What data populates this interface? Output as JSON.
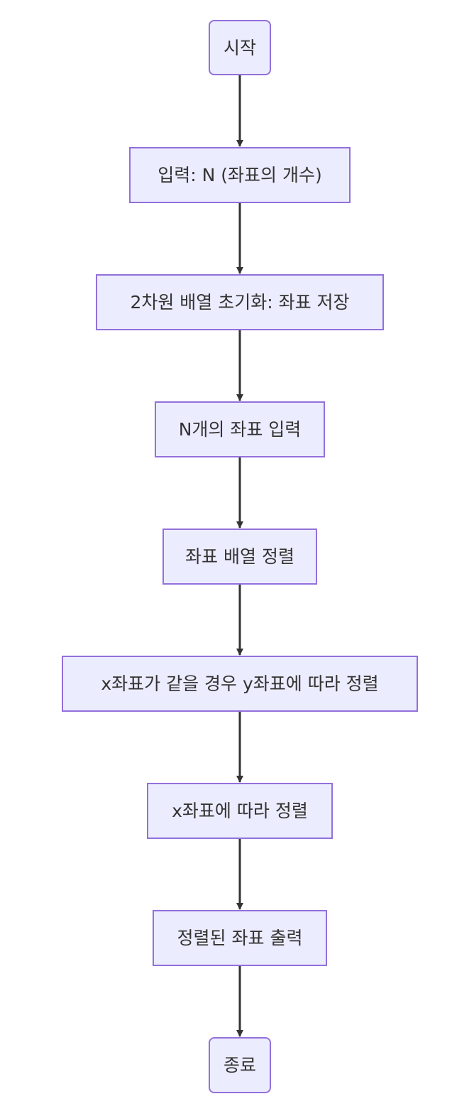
{
  "flowchart": {
    "nodes": [
      {
        "id": "start",
        "label": "시작",
        "shape": "rounded"
      },
      {
        "id": "input_n",
        "label": "입력: N (좌표의 개수)",
        "shape": "rect"
      },
      {
        "id": "init_array",
        "label": "2차원 배열 초기화: 좌표 저장",
        "shape": "rect"
      },
      {
        "id": "input_coords",
        "label": "N개의 좌표 입력",
        "shape": "rect"
      },
      {
        "id": "sort_array",
        "label": "좌표 배열 정렬",
        "shape": "rect"
      },
      {
        "id": "sort_by_y",
        "label": "x좌표가 같을 경우 y좌표에 따라 정렬",
        "shape": "rect"
      },
      {
        "id": "sort_by_x",
        "label": "x좌표에 따라 정렬",
        "shape": "rect"
      },
      {
        "id": "output",
        "label": "정렬된 좌표 출력",
        "shape": "rect"
      },
      {
        "id": "end",
        "label": "종료",
        "shape": "rounded"
      }
    ],
    "edges": [
      {
        "from": "start",
        "to": "input_n"
      },
      {
        "from": "input_n",
        "to": "init_array"
      },
      {
        "from": "init_array",
        "to": "input_coords"
      },
      {
        "from": "input_coords",
        "to": "sort_array"
      },
      {
        "from": "sort_array",
        "to": "sort_by_y"
      },
      {
        "from": "sort_by_y",
        "to": "sort_by_x"
      },
      {
        "from": "sort_by_x",
        "to": "output"
      },
      {
        "from": "output",
        "to": "end"
      }
    ],
    "colors": {
      "node_fill": "#ececff",
      "node_border": "#9370db",
      "text": "#333333",
      "edge": "#333333"
    }
  }
}
